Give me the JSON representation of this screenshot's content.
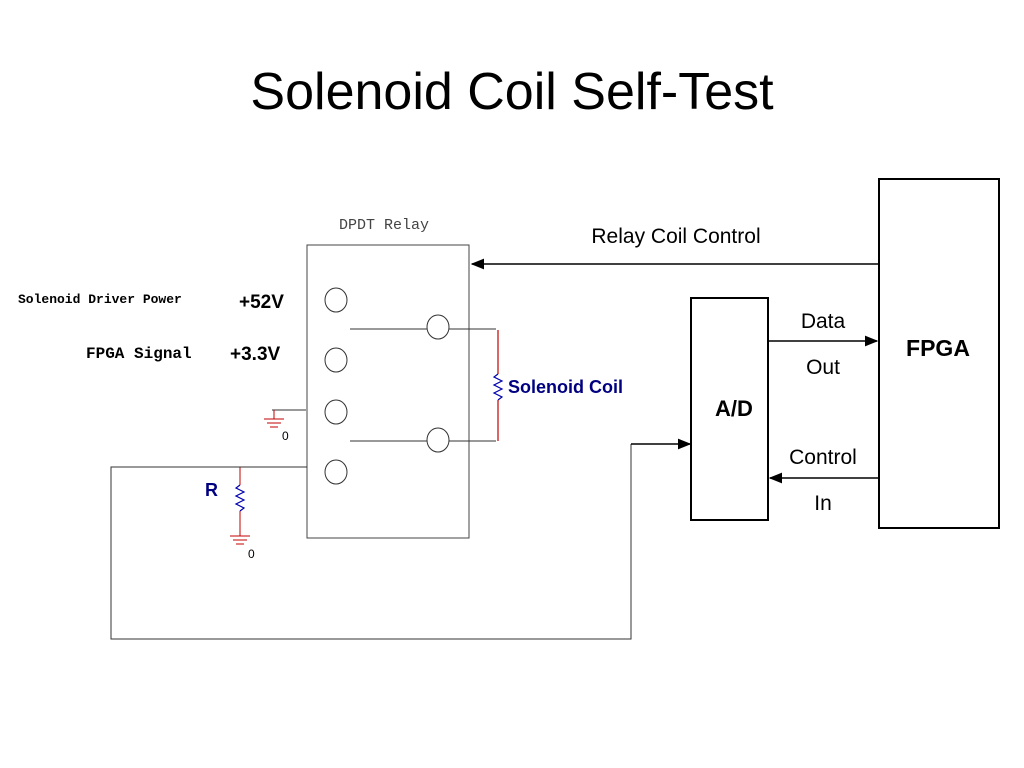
{
  "slide": {
    "title": "Solenoid Coil Self-Test"
  },
  "diagram": {
    "relay_label": "DPDT Relay",
    "solenoid_power_label": "Solenoid Driver Power",
    "voltage_high": "+52V",
    "fpga_signal_label": "FPGA Signal",
    "voltage_low": "+3.3V",
    "ground_label_1": "0",
    "ground_label_2": "0",
    "resistor_label": "R",
    "solenoid_label": "Solenoid Coil",
    "relay_coil_control": "Relay Coil Control",
    "ad_label": "A/D",
    "fpga_label": "FPGA",
    "data_out_line1": "Data",
    "data_out_line2": "Out",
    "control_in_line1": "Control",
    "control_in_line2": "In"
  },
  "colors": {
    "resistor_blue": "#0000b0",
    "wire_red": "#c00000",
    "label_navy": "#000080",
    "line_black": "#000000"
  }
}
